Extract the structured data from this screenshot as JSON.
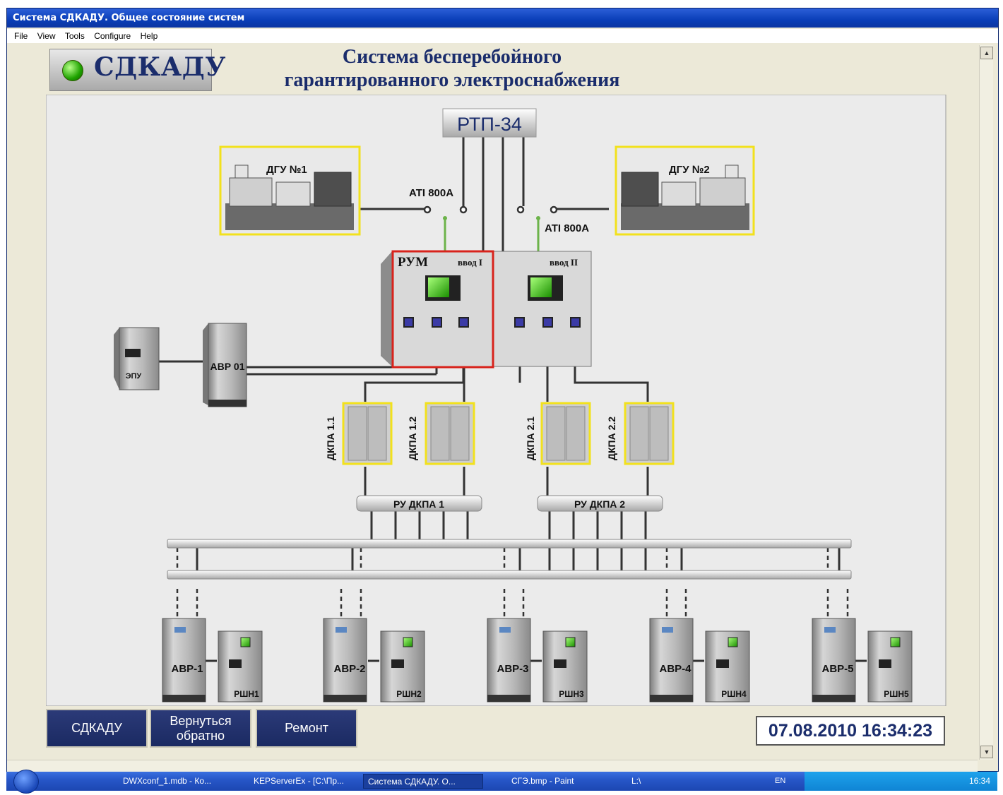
{
  "window": {
    "title": "Система СДКАДУ. Общее состояние систем"
  },
  "menu": [
    "File",
    "View",
    "Tools",
    "Configure",
    "Help"
  ],
  "header": {
    "logo": "СДКАДУ",
    "title_line1": "Система бесперебойного",
    "title_line2": "гарантированного электроснабжения"
  },
  "diagram": {
    "rtp": "РТП-34",
    "dgu1": "ДГУ №1",
    "dgu2": "ДГУ №2",
    "ati1": "ATI 800A",
    "ati2": "ATI 800A",
    "rum": "РУМ",
    "vvod1": "ввод I",
    "vvod2": "ввод II",
    "epu": "ЭПУ",
    "avr01": "АВР 01",
    "dkpa": [
      "ДКПА 1.1",
      "ДКПА 1.2",
      "ДКПА 2.1",
      "ДКПА 2.2"
    ],
    "ru_dkpa1": "РУ ДКПА 1",
    "ru_dkpa2": "РУ ДКПА 2",
    "avr": [
      "АВР-1",
      "АВР-2",
      "АВР-3",
      "АВР-4",
      "АВР-5"
    ],
    "rsh": [
      "РШН1",
      "РШН2",
      "РШН3",
      "РШН4",
      "РШН5"
    ],
    "colors": {
      "frame_yellow": "#f2e11d",
      "rum_red": "#d8231c",
      "line_green": "#6cb34a",
      "ink": "#1b2d6c"
    }
  },
  "buttons": {
    "sdkadu": "СДКАДУ",
    "back_line1": "Вернуться",
    "back_line2": "обратно",
    "repair": "Ремонт"
  },
  "datetime": "07.08.2010 16:34:23",
  "taskbar": {
    "items": [
      "DWXconf_1.mdb - Ко...",
      "KEPServerEx - [C:\\Пр...",
      "Система СДКАДУ. О...",
      "СГЭ.bmp - Paint",
      "L:\\"
    ],
    "lang": "EN",
    "clock": "16:34"
  }
}
